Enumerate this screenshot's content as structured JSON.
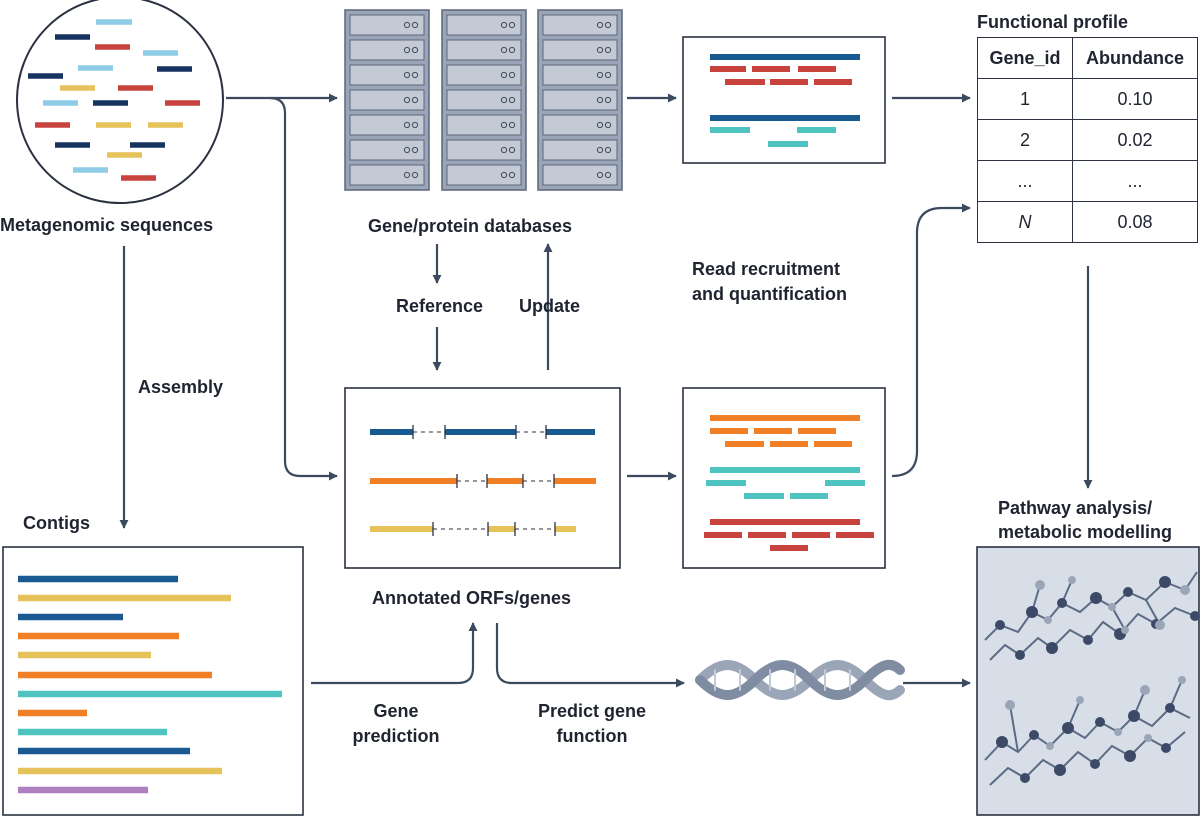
{
  "labels": {
    "metagenomic_sequences": "Metagenomic sequences",
    "gene_protein_databases": "Gene/protein databases",
    "functional_profile": "Functional profile",
    "reference": "Reference",
    "update": "Update",
    "read_recruitment_1": "Read recruitment",
    "read_recruitment_2": "and quantification",
    "assembly": "Assembly",
    "contigs": "Contigs",
    "annotated_orfs": "Annotated ORFs/genes",
    "gene_prediction_1": "Gene",
    "gene_prediction_2": "prediction",
    "predict_function_1": "Predict gene",
    "predict_function_2": "function",
    "pathway_1": "Pathway analysis/",
    "pathway_2": "metabolic modelling"
  },
  "table": {
    "headers": [
      "Gene_id",
      "Abundance"
    ],
    "rows": [
      [
        "1",
        "0.10"
      ],
      [
        "2",
        "0.02"
      ],
      [
        "...",
        "..."
      ],
      [
        "N",
        "0.08"
      ]
    ]
  },
  "colors": {
    "navy": "#1a5a93",
    "red": "#c8423e",
    "orange": "#f07f26",
    "yellow": "#e6c25a",
    "teal": "#4ec3bf",
    "lightblue": "#8ecbe6",
    "darknavy": "#17335f",
    "purple": "#b07fc0",
    "arrow": "#3c4a60"
  },
  "icons": [
    "sequence-pool-circle",
    "server-rack-icon",
    "dna-helix-icon",
    "network-icon"
  ]
}
